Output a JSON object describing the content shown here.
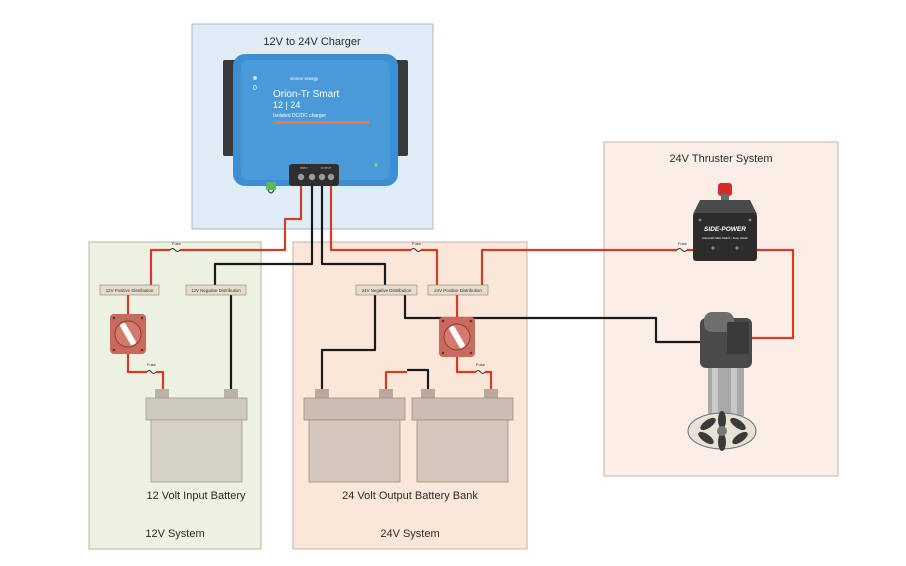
{
  "panels": {
    "charger": {
      "title": "12V to 24V Charger"
    },
    "system12": {
      "title": "12V System"
    },
    "system24": {
      "title": "24V System"
    },
    "thruster": {
      "title": "24V Thruster System"
    }
  },
  "charger_device": {
    "brand": "victron energy",
    "model": "Orion-Tr Smart",
    "rating": "12 | 24",
    "description": "Isolated DC/DC charger",
    "terminal_labels": [
      "INPUT",
      "OUTPUT"
    ]
  },
  "distribution": {
    "pos12": "12V Positive Distribution",
    "neg12": "12V Negative Distribution",
    "neg24": "24V Negative Distribution",
    "pos24": "24V Positive Distribution"
  },
  "fuse_label": "Fuse",
  "batteries": {
    "input12": "12 Volt Input Battery",
    "bank24": "24 Volt Output Battery Bank"
  },
  "thruster_device": {
    "controller_brand": "SIDE-POWER",
    "controller_subtitle": "Automatic Main Switch - Fuse Holder"
  },
  "colors": {
    "charger_bg": "#dfeef6",
    "system12_bg": "#edf1e1",
    "system24_bg": "#fbe7d9",
    "thruster_bg": "#fbeee6",
    "positive_wire": "#d63a2a",
    "negative_wire": "#1a1a1a",
    "charger_blue": "#3d8fd1",
    "battery_gray": "#cfcabe"
  }
}
